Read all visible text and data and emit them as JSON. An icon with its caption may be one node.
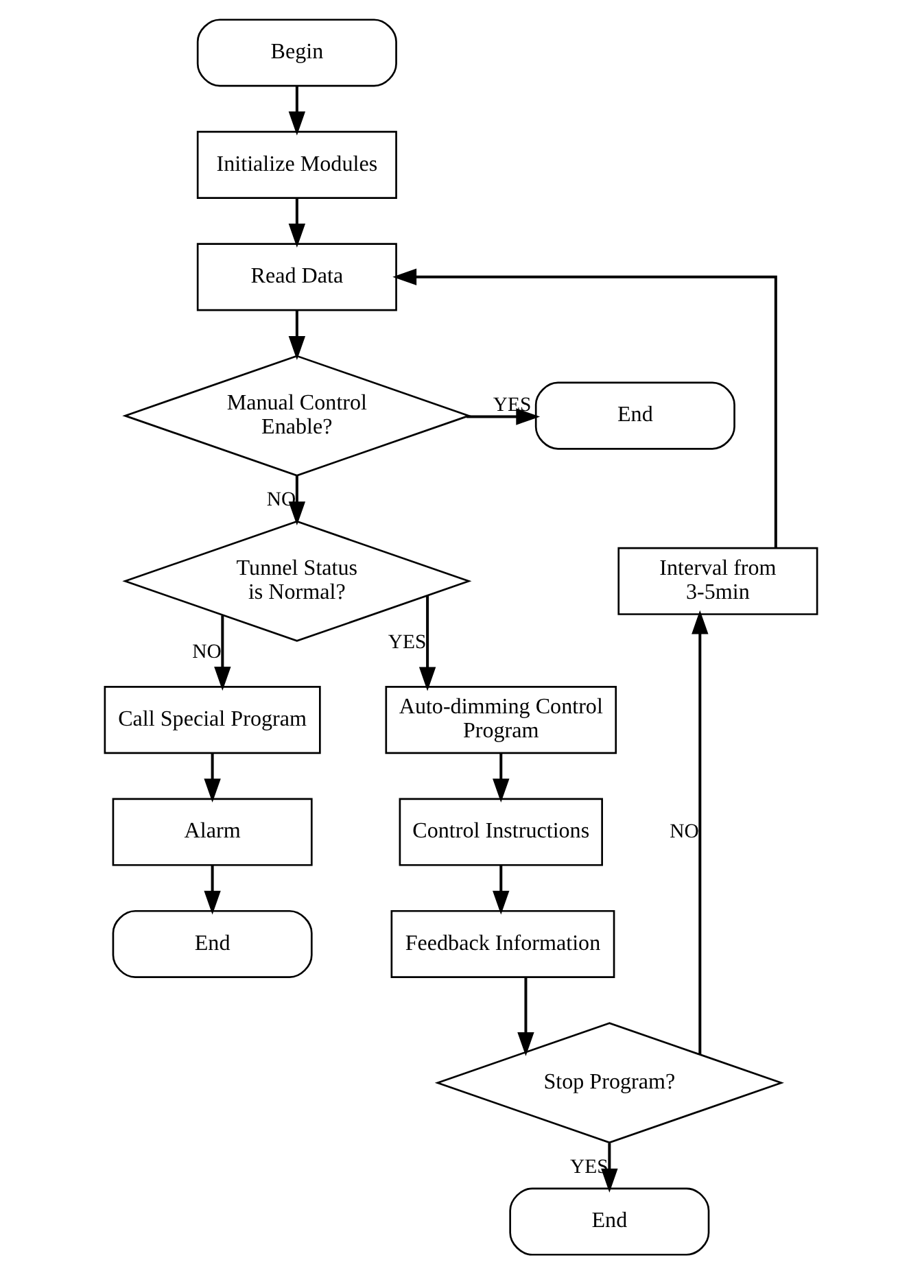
{
  "diagram": {
    "nodes": [
      {
        "text": [
          "Begin"
        ]
      },
      {
        "text": [
          "Initialize Modules"
        ]
      },
      {
        "text": [
          "Read Data"
        ]
      },
      {
        "text": [
          "Manual Control Enable?"
        ]
      },
      {
        "text": [
          "End"
        ]
      },
      {
        "text": [
          "Tunnel Status is Normal?"
        ]
      },
      {
        "text": [
          "Call Special Program"
        ]
      },
      {
        "text": [
          "Alarm"
        ]
      },
      {
        "text": [
          "End"
        ]
      },
      {
        "text": [
          "Auto-dimming Control Program"
        ]
      },
      {
        "text": [
          "Control Instructions"
        ]
      },
      {
        "text": [
          "Feedback Information"
        ]
      },
      {
        "text": [
          "Stop Program?"
        ]
      },
      {
        "text": [
          "End"
        ]
      },
      {
        "text": [
          "Interval from 3-5min"
        ]
      }
    ],
    "edges": [
      {
        "from": 0,
        "to": 1,
        "arrow": "to"
      },
      {
        "from": 1,
        "to": 2,
        "arrow": "to"
      },
      {
        "from": 2,
        "to": 3,
        "arrow": "to"
      },
      {
        "from": 3,
        "to": 4,
        "arrow": "to",
        "label": "YES"
      },
      {
        "from": 3,
        "to": 5,
        "arrow": "to",
        "label": "NO"
      },
      {
        "from": 5,
        "to": 6,
        "arrow": "to",
        "label": "NO"
      },
      {
        "from": 5,
        "to": 9,
        "arrow": "to",
        "label": "YES"
      },
      {
        "from": 6,
        "to": 7,
        "arrow": "to"
      },
      {
        "from": 7,
        "to": 8,
        "arrow": "to"
      },
      {
        "from": 9,
        "to": 10,
        "arrow": "to"
      },
      {
        "from": 10,
        "to": 11,
        "arrow": "to"
      },
      {
        "from": 11,
        "to": 12,
        "arrow": "to"
      },
      {
        "from": 12,
        "to": 14,
        "arrow": "to",
        "label": "NO"
      },
      {
        "from": 12,
        "to": 13,
        "arrow": "to",
        "label": "YES"
      },
      {
        "from": 14,
        "to": 2,
        "arrow": "to"
      }
    ]
  }
}
